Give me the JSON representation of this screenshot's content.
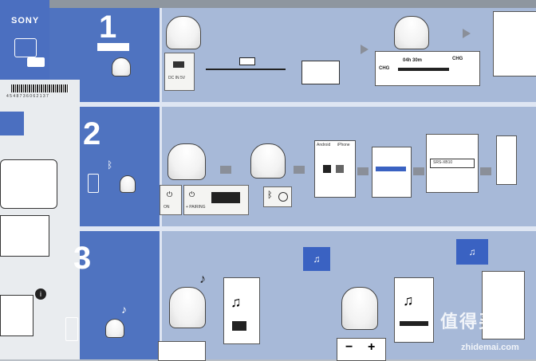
{
  "brand": "SONY",
  "steps": [
    {
      "number": "1"
    },
    {
      "number": "2"
    },
    {
      "number": "3"
    }
  ],
  "step1": {
    "charger_label": "DC IN 5V",
    "time_label": "04h 30m",
    "chg_left": "CHG",
    "chg_right": "CHG"
  },
  "step2": {
    "power_label_1": "ON",
    "power_label_2": "+ PAIRING",
    "android_label": "Android",
    "iphone_label": "iPhone",
    "device_name": "SRS-XB10"
  },
  "step3": {
    "volume_minus": "−",
    "volume_plus": "+"
  },
  "paper_left": {
    "barcode_number": "4 5 4 8 7 3 6 0 6 2 1 3 7"
  },
  "watermark": {
    "text": "值得买",
    "url": "zhidemai.com"
  },
  "colors": {
    "band": "#4f73c0",
    "sheet": "#a7b9d8",
    "accent": "#3a62c2"
  }
}
